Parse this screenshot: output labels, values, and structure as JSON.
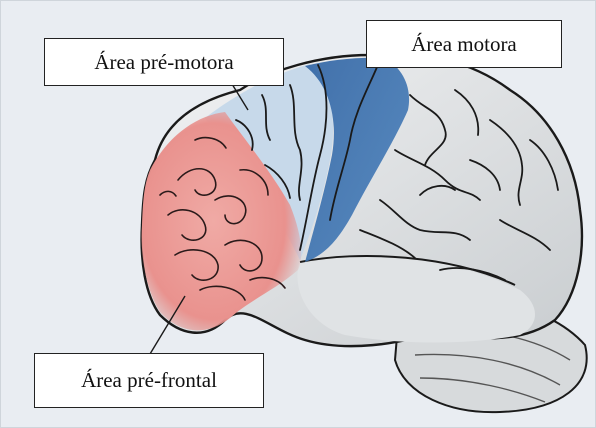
{
  "labels": {
    "premotor": "Área pré-motora",
    "motor": "Área motora",
    "prefrontal": "Área pré-frontal"
  },
  "colors": {
    "background": "#e9edf2",
    "brain_fill": "#eceeef",
    "brain_shade": "#d2d6d9",
    "prefrontal_fill": "#ec9c98",
    "premotor_fill": "#c5d8ea",
    "motor_fill": "#3f77b4",
    "outline": "#1a1a1a"
  }
}
